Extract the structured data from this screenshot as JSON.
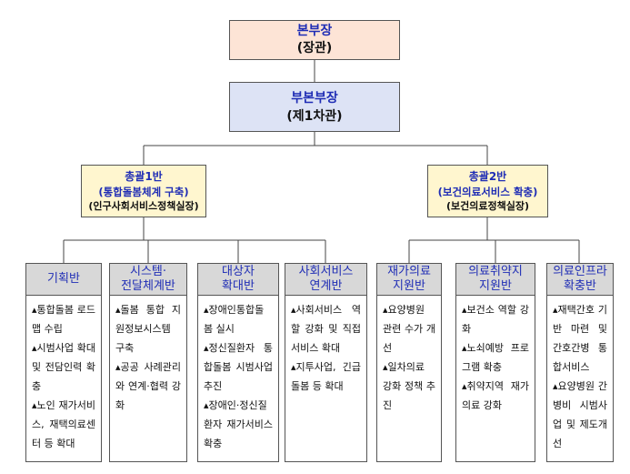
{
  "top": {
    "title": "본부장",
    "subtitle": "(장관)"
  },
  "vice": {
    "title": "부본부장",
    "subtitle": "(제1차관)"
  },
  "divisions": [
    {
      "line1": "총괄1반",
      "line2": "(통합돌봄체계 구축)",
      "line3": "(인구사회서비스정책실장)"
    },
    {
      "line1": "총괄2반",
      "line2": "(보건의료서비스 확충)",
      "line3": "(보건의료정책실장)"
    }
  ],
  "teams": [
    {
      "name": [
        "기획반"
      ],
      "items": [
        "▴통합돌봄 로드맵 수립",
        "▴시범사업 확대 및 전담인력 확충",
        "▴노인 재가서비스, 재택의료센터 등 확대"
      ]
    },
    {
      "name": [
        "시스템·",
        "전달체계반"
      ],
      "items": [
        "▴돌봄 통합 지원정보시스템 구축",
        "▴공공 사례관리 와 연계·협력 강화"
      ]
    },
    {
      "name": [
        "대상자",
        "확대반"
      ],
      "items": [
        "▴장애인통합돌봄 실시",
        "▴정신질환자 통합돌봄 시범사업 추진",
        "▴장애인·정신질환자 재가서비스 확충"
      ]
    },
    {
      "name": [
        "사회서비스",
        "연계반"
      ],
      "items": [
        "▴사회서비스 역할 강화 및 직접서비스 확대",
        "▴지투사업, 긴급돌봄 등 확대"
      ]
    },
    {
      "name": [
        "재가의료",
        "지원반"
      ],
      "items": [
        "▴요양병원 관련 수가 개선",
        "▴일차의료 강화 정책 추진"
      ]
    },
    {
      "name": [
        "의료취약지",
        "지원반"
      ],
      "items": [
        "▴보건소 역할 강화",
        "▴노쇠예방 프로그램 확충",
        "▴취약지역 재가의료 강화"
      ]
    },
    {
      "name": [
        "의료인프라",
        "확충반"
      ],
      "items": [
        "▴재택간호 기반 마련 및 간호간병 통합서비스",
        "▴요양병원 간병비 시범사업 및 제도개선"
      ]
    }
  ]
}
